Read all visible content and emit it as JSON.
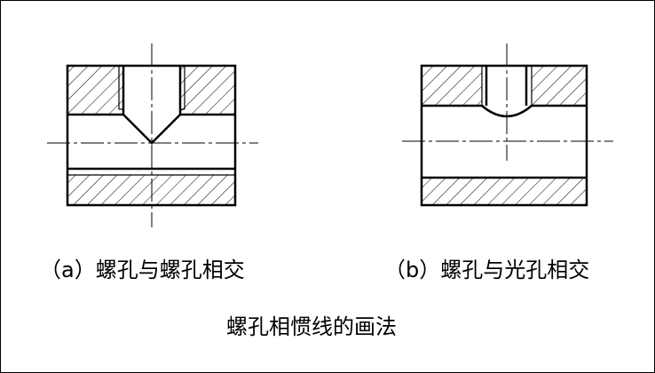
{
  "captions": {
    "a": "（a）螺孔与螺孔相交",
    "b": "（b）螺孔与光孔相交",
    "title": "螺孔相惯线的画法"
  },
  "colors": {
    "line": "#000000",
    "background": "#ffffff"
  }
}
